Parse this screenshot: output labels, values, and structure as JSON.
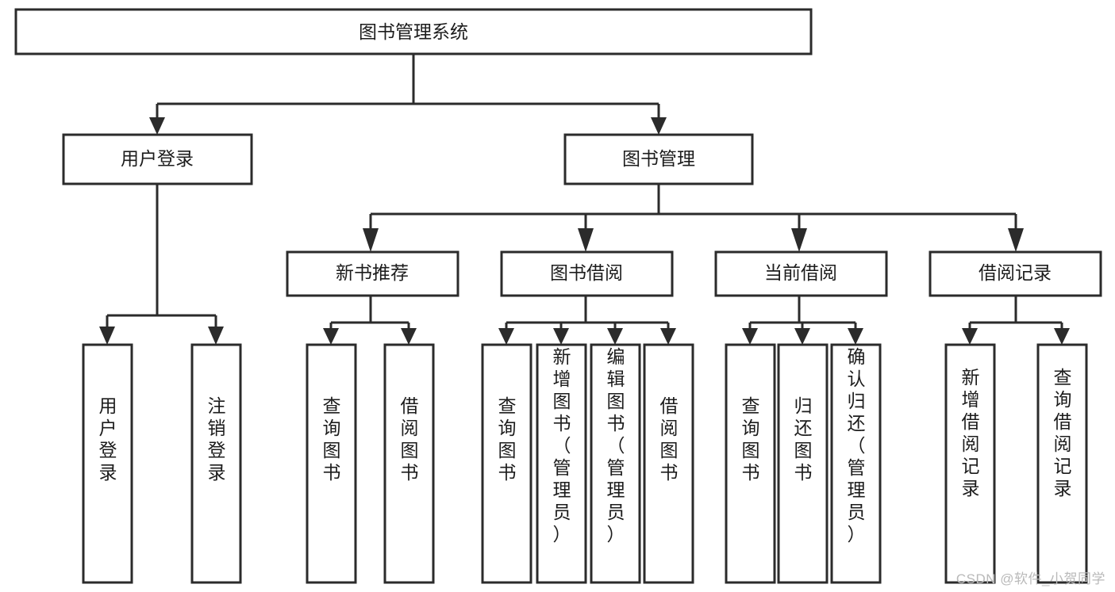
{
  "diagram": {
    "type": "tree",
    "title": "图书管理系统",
    "orientation": "top-down",
    "root": {
      "id": "root",
      "label": "图书管理系统",
      "orientation": "horizontal"
    },
    "level2": [
      {
        "id": "user-login",
        "label": "用户登录",
        "orientation": "horizontal"
      },
      {
        "id": "book-management",
        "label": "图书管理",
        "orientation": "horizontal"
      }
    ],
    "level3": [
      {
        "id": "new-book-recommend",
        "label": "新书推荐",
        "parent": "book-management",
        "orientation": "horizontal"
      },
      {
        "id": "book-borrow",
        "label": "图书借阅",
        "parent": "book-management",
        "orientation": "horizontal"
      },
      {
        "id": "current-borrow",
        "label": "当前借阅",
        "parent": "book-management",
        "orientation": "horizontal"
      },
      {
        "id": "borrow-record",
        "label": "借阅记录",
        "parent": "book-management",
        "orientation": "horizontal"
      }
    ],
    "leaves": [
      {
        "id": "leaf-user-login",
        "label": "用户登录",
        "parent": "user-login",
        "orientation": "vertical"
      },
      {
        "id": "leaf-user-logout",
        "label": "注销登录",
        "parent": "user-login",
        "orientation": "vertical"
      },
      {
        "id": "leaf-query-book-1",
        "label": "查询图书",
        "parent": "new-book-recommend",
        "orientation": "vertical"
      },
      {
        "id": "leaf-borrow-book-1",
        "label": "借阅图书",
        "parent": "new-book-recommend",
        "orientation": "vertical"
      },
      {
        "id": "leaf-query-book-2",
        "label": "查询图书",
        "parent": "book-borrow",
        "orientation": "vertical"
      },
      {
        "id": "leaf-add-book",
        "label": "新增图书（管理员）",
        "parent": "book-borrow",
        "orientation": "vertical"
      },
      {
        "id": "leaf-edit-book",
        "label": "编辑图书（管理员）",
        "parent": "book-borrow",
        "orientation": "vertical"
      },
      {
        "id": "leaf-borrow-book-2",
        "label": "借阅图书",
        "parent": "book-borrow",
        "orientation": "vertical"
      },
      {
        "id": "leaf-query-book-3",
        "label": "查询图书",
        "parent": "current-borrow",
        "orientation": "vertical"
      },
      {
        "id": "leaf-return-book",
        "label": "归还图书",
        "parent": "current-borrow",
        "orientation": "vertical"
      },
      {
        "id": "leaf-confirm-return",
        "label": "确认归还（管理员）",
        "parent": "current-borrow",
        "orientation": "vertical"
      },
      {
        "id": "leaf-add-record",
        "label": "新增借阅记录",
        "parent": "borrow-record",
        "orientation": "vertical"
      },
      {
        "id": "leaf-query-record",
        "label": "查询借阅记录",
        "parent": "borrow-record",
        "orientation": "vertical"
      }
    ],
    "colors": {
      "box_fill": "#ffffff",
      "box_stroke": "#2b2b2b",
      "connector": "#2b2b2b",
      "text": "#1c1c1c",
      "background": "#ffffff",
      "watermark": "#b9b9b9"
    }
  },
  "watermark": {
    "text": "CSDN @软件_小贺同学"
  }
}
